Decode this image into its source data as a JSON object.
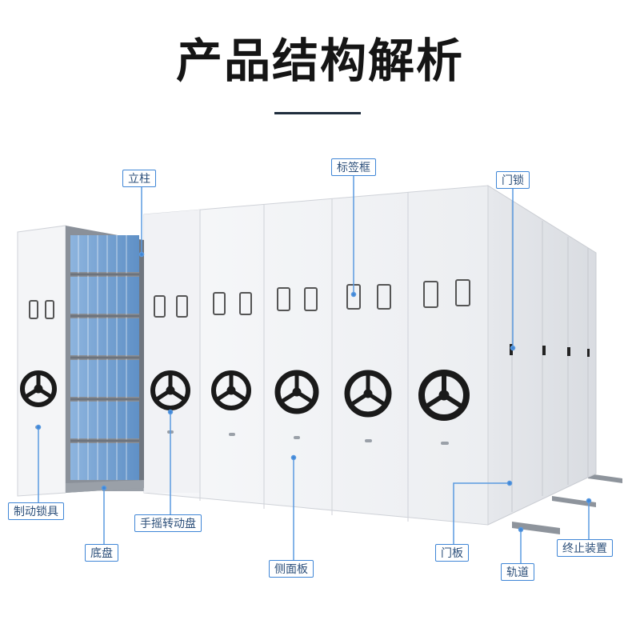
{
  "title": "产品结构解析",
  "labels": {
    "column": "立柱",
    "label_frame": "标签框",
    "door_lock": "门锁",
    "brake_lock": "制动锁具",
    "hand_wheel": "手摇转动盘",
    "base": "底盘",
    "side_panel": "侧面板",
    "door_panel": "门板",
    "track": "轨道",
    "stop_device": "终止装置"
  },
  "colors": {
    "cabinet_face": "#f4f5f7",
    "cabinet_side": "#e3e5e9",
    "wheel": "#1a1a1a",
    "files": "#7aa6d6",
    "callout_border": "#3f86d6",
    "title": "#151515"
  }
}
